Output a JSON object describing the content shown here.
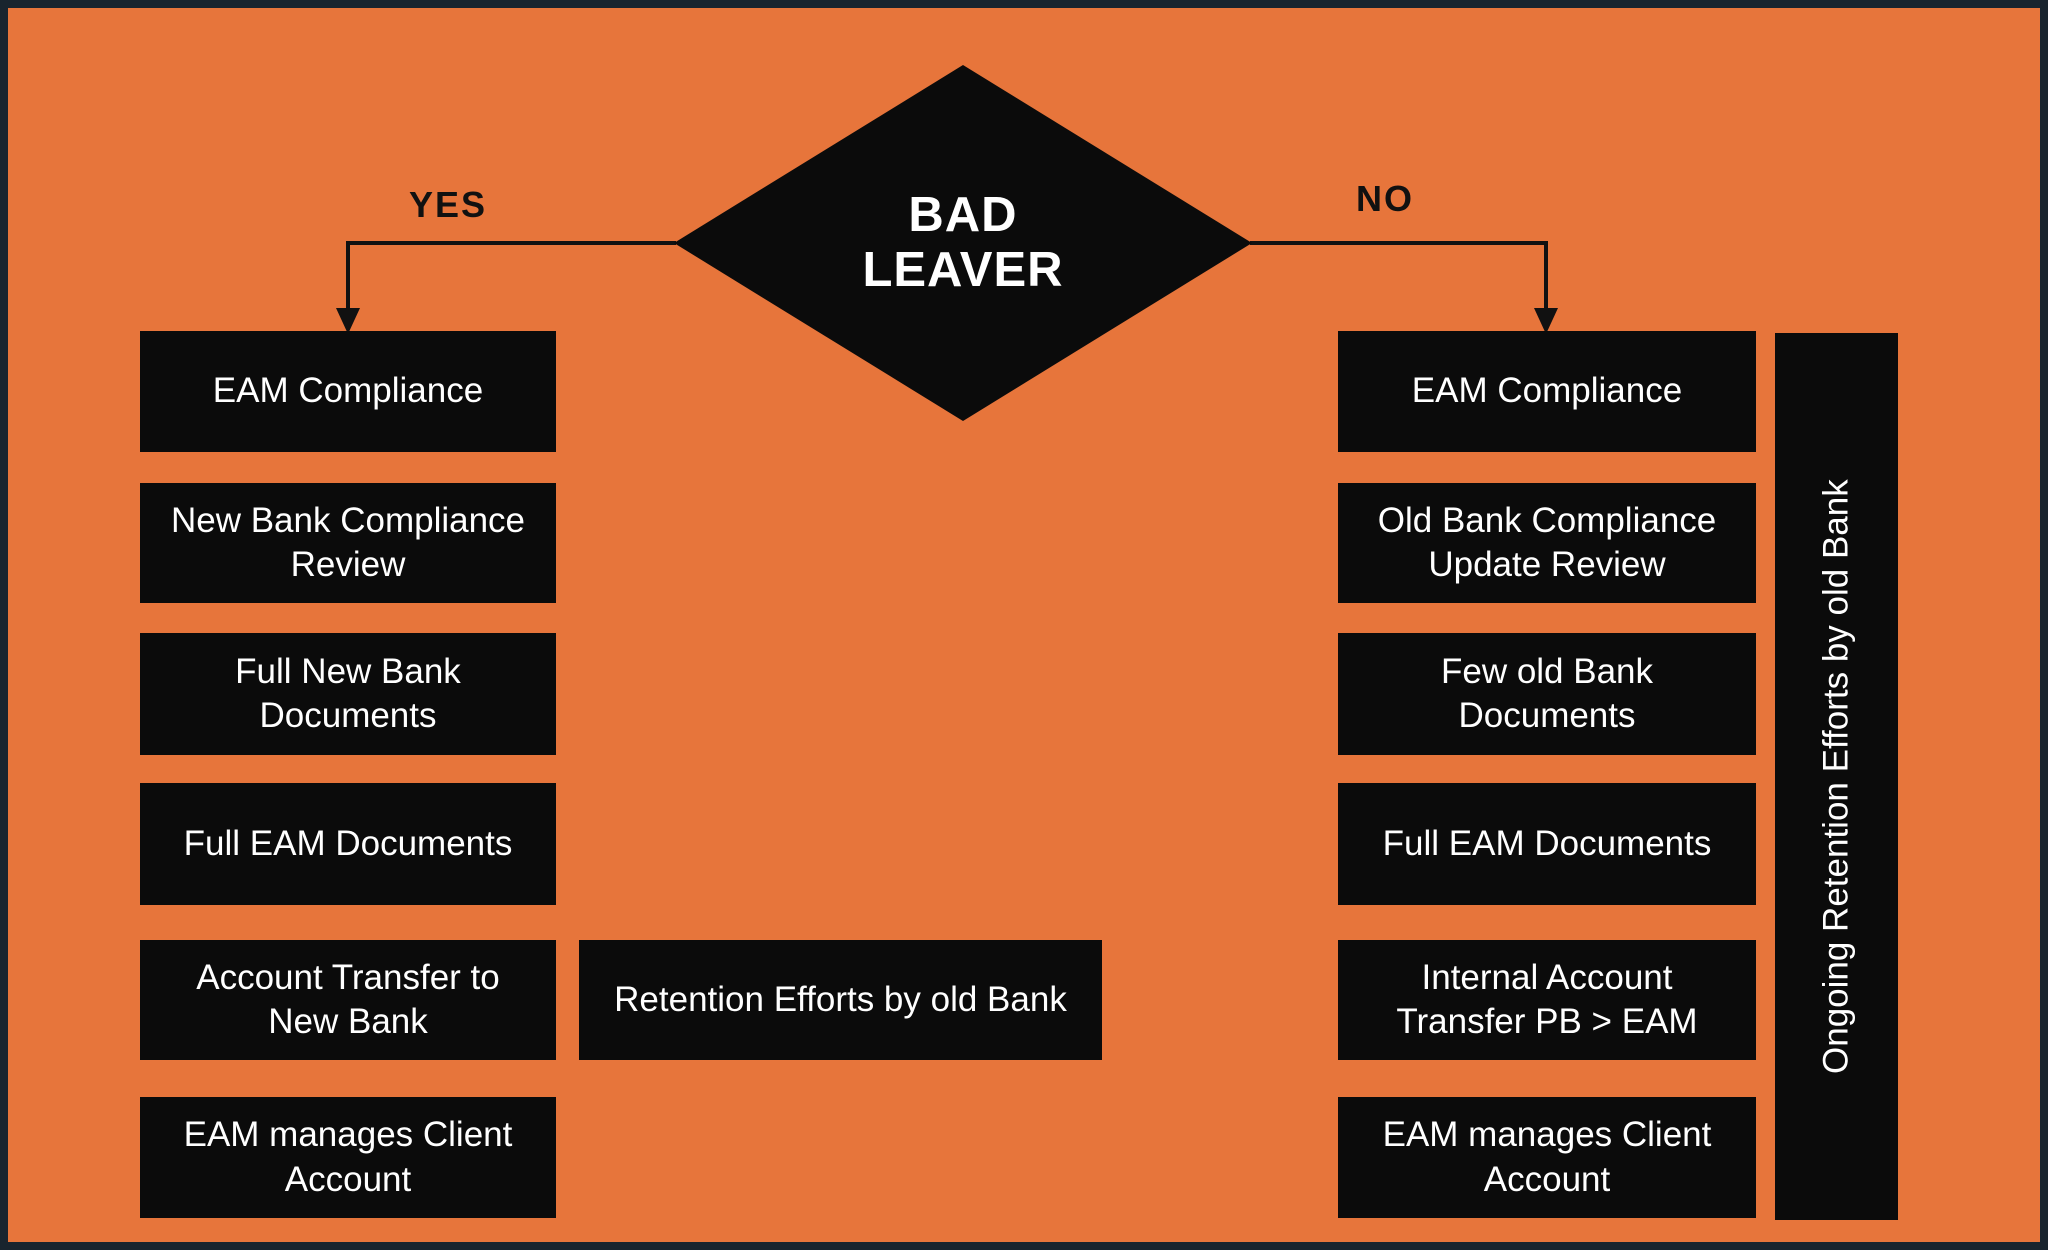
{
  "flowchart": {
    "decision_node": {
      "line1": "BAD",
      "line2": "LEAVER"
    },
    "yes_branch": {
      "label": "YES",
      "steps": [
        "EAM Compliance",
        "New Bank Compliance Review",
        "Full New Bank Documents",
        "Full EAM Documents",
        "Account Transfer to New Bank",
        "EAM manages Client Account"
      ]
    },
    "no_branch": {
      "label": "NO",
      "steps": [
        "EAM Compliance",
        "Old Bank Compliance Update Review",
        "Few old Bank Documents",
        "Full EAM Documents",
        "Internal Account Transfer PB > EAM",
        "EAM manages Client Account"
      ]
    },
    "yes_side_note": "Retention Efforts by old Bank",
    "no_side_note": "Ongoing Retention Efforts by old Bank",
    "colors": {
      "background": "#E7753B",
      "frame_border": "#19242E",
      "node_fill": "#0B0B0B",
      "node_text": "#FFFFFF",
      "connector": "#111111",
      "branch_label_text": "#111111"
    }
  }
}
